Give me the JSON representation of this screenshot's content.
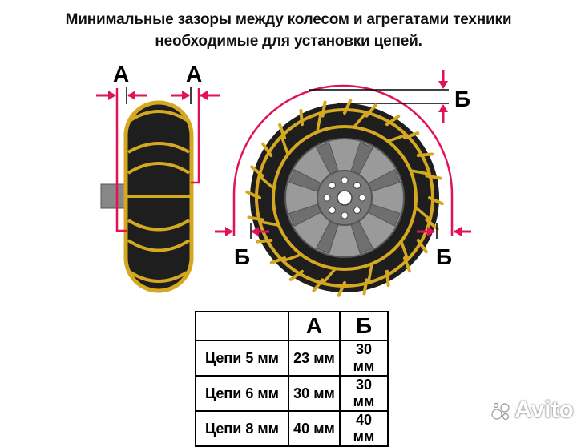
{
  "title_line1": "Минимальные зазоры между колесом и агрегатами техники",
  "title_line2": "необходимые для установки цепей.",
  "labels": {
    "a_left": "А",
    "a_right": "А",
    "b_top": "Б",
    "b_left": "Б",
    "b_right": "Б"
  },
  "colors": {
    "tire": "#1e1e1e",
    "chain": "#d4a820",
    "arrow": "#e0125a",
    "rim": "#999999",
    "hub": "#777777"
  },
  "table": {
    "header": [
      "",
      "А",
      "Б"
    ],
    "rows": [
      [
        "Цепи 5 мм",
        "23 мм",
        "30 мм"
      ],
      [
        "Цепи 6 мм",
        "30 мм",
        "30 мм"
      ],
      [
        "Цепи 8 мм",
        "40 мм",
        "40 мм"
      ]
    ]
  },
  "watermark": "Avito"
}
